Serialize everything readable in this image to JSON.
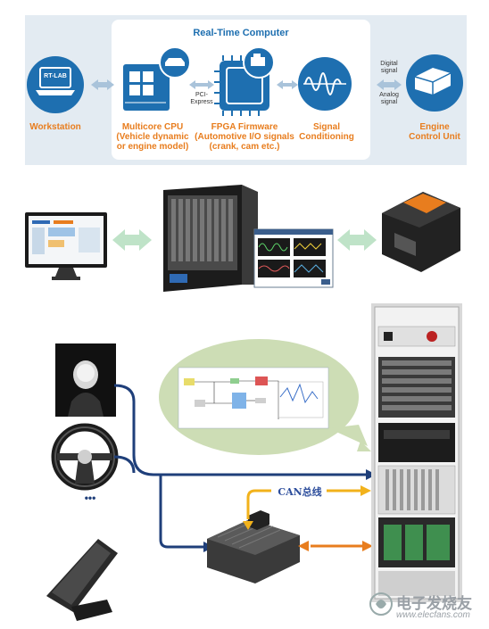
{
  "top": {
    "rt_title": "Real-Time Computer",
    "workstation_label": "Workstation",
    "rtlab_text": "RT-LAB",
    "cpu_label": "Multicore CPU\n(Vehicle dynamic\nor engine model)",
    "pci_label": "PCI-\nExpress",
    "fpga_label": "FPGA Firmware\n(Automotive I/O signals\n(crank, cam etc.)",
    "signal_label": "Signal\nConditioning",
    "digital_label": "Digital\nsignal",
    "analog_label": "Analog\nsignal",
    "ecu_label": "Engine\nControl Unit"
  },
  "bottom": {
    "can_label": "CAN总线",
    "dots": "•••",
    "watermark_cn": "电子发烧友",
    "watermark_url": "www.elecfans.com"
  },
  "colors": {
    "panel_bg": "#e3ebf2",
    "icon_blue": "#1e6fb0",
    "orange": "#e87d1e",
    "navy_line": "#1f3f7a",
    "yellow_line": "#f2b21b",
    "can_text": "#2c4d9c",
    "ellipse": "#cdddb5"
  }
}
